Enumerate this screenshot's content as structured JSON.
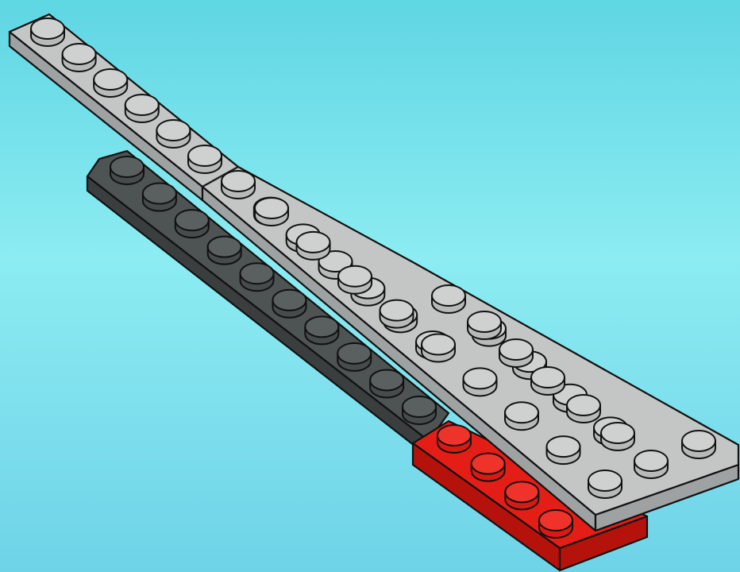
{
  "scene": {
    "background": {
      "top": "#5fd6e3",
      "mid": "#8cecf2",
      "bottom": "#6fd3e8"
    },
    "outline_color": "#111111"
  },
  "parts": [
    {
      "name": "dark-gray-plate",
      "color": {
        "top": "#4e5353",
        "side": "#3a3e3e",
        "stud": "#464b4b",
        "stud_top": "#5a6060"
      },
      "stud_rows": 1,
      "stud_cols": 10
    },
    {
      "name": "light-gray-plate-long",
      "color": {
        "top": "#c4c6c6",
        "side": "#9fa2a2",
        "stud": "#b8baba",
        "stud_top": "#cfd1d1"
      },
      "stud_rows": 1,
      "stud_cols": 6
    },
    {
      "name": "light-gray-wedge-plate",
      "color": {
        "top": "#c4c6c6",
        "side": "#9fa2a2",
        "stud": "#b8baba",
        "stud_top": "#cfd1d1"
      },
      "stud_count": 22
    },
    {
      "name": "red-plate",
      "color": {
        "top": "#e41e16",
        "side": "#b5120c",
        "stud": "#d81a13",
        "stud_top": "#f0332a"
      },
      "stud_rows": 1,
      "stud_cols": 4
    }
  ]
}
